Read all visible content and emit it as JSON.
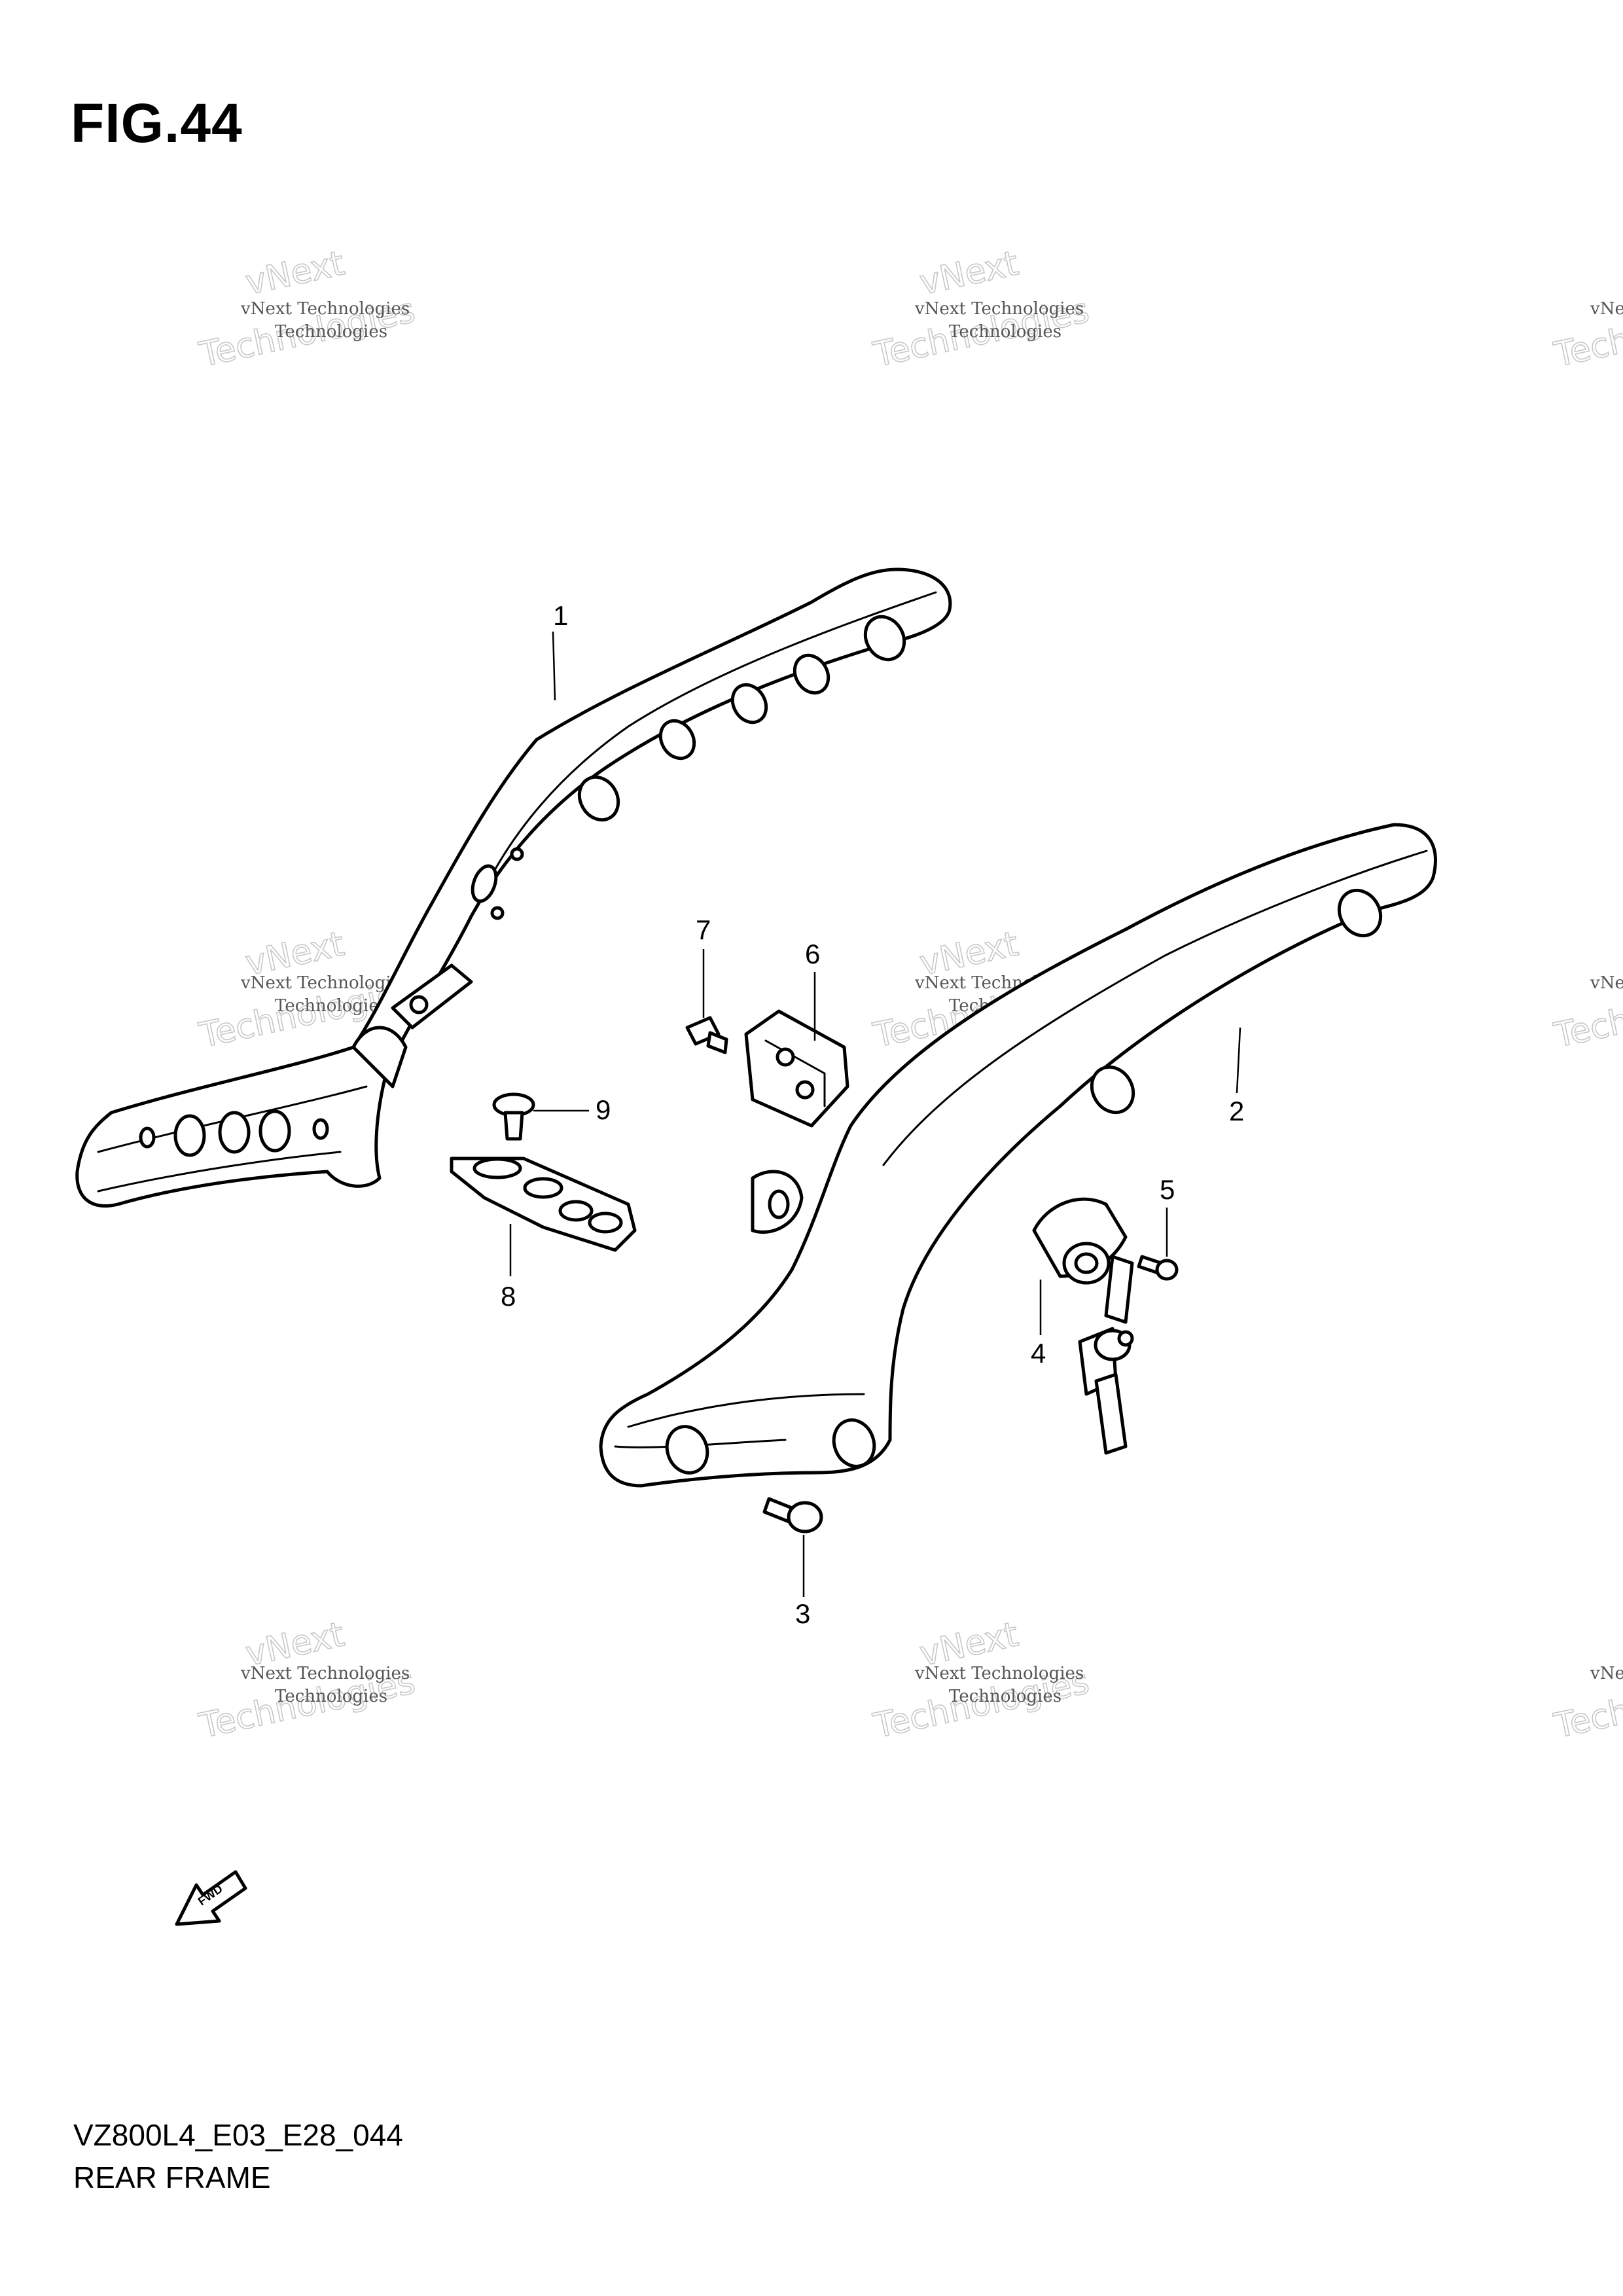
{
  "figure": {
    "title": "FIG.44",
    "model_code": "VZ800L4_E03_E28_044",
    "name": "REAR FRAME"
  },
  "callouts": [
    "1",
    "2",
    "3",
    "4",
    "5",
    "6",
    "7",
    "8",
    "9"
  ],
  "watermark": {
    "line1": "vNext Technologies",
    "line2": "vNext",
    "line3": "Technologies"
  },
  "fwd_label": "FWD"
}
